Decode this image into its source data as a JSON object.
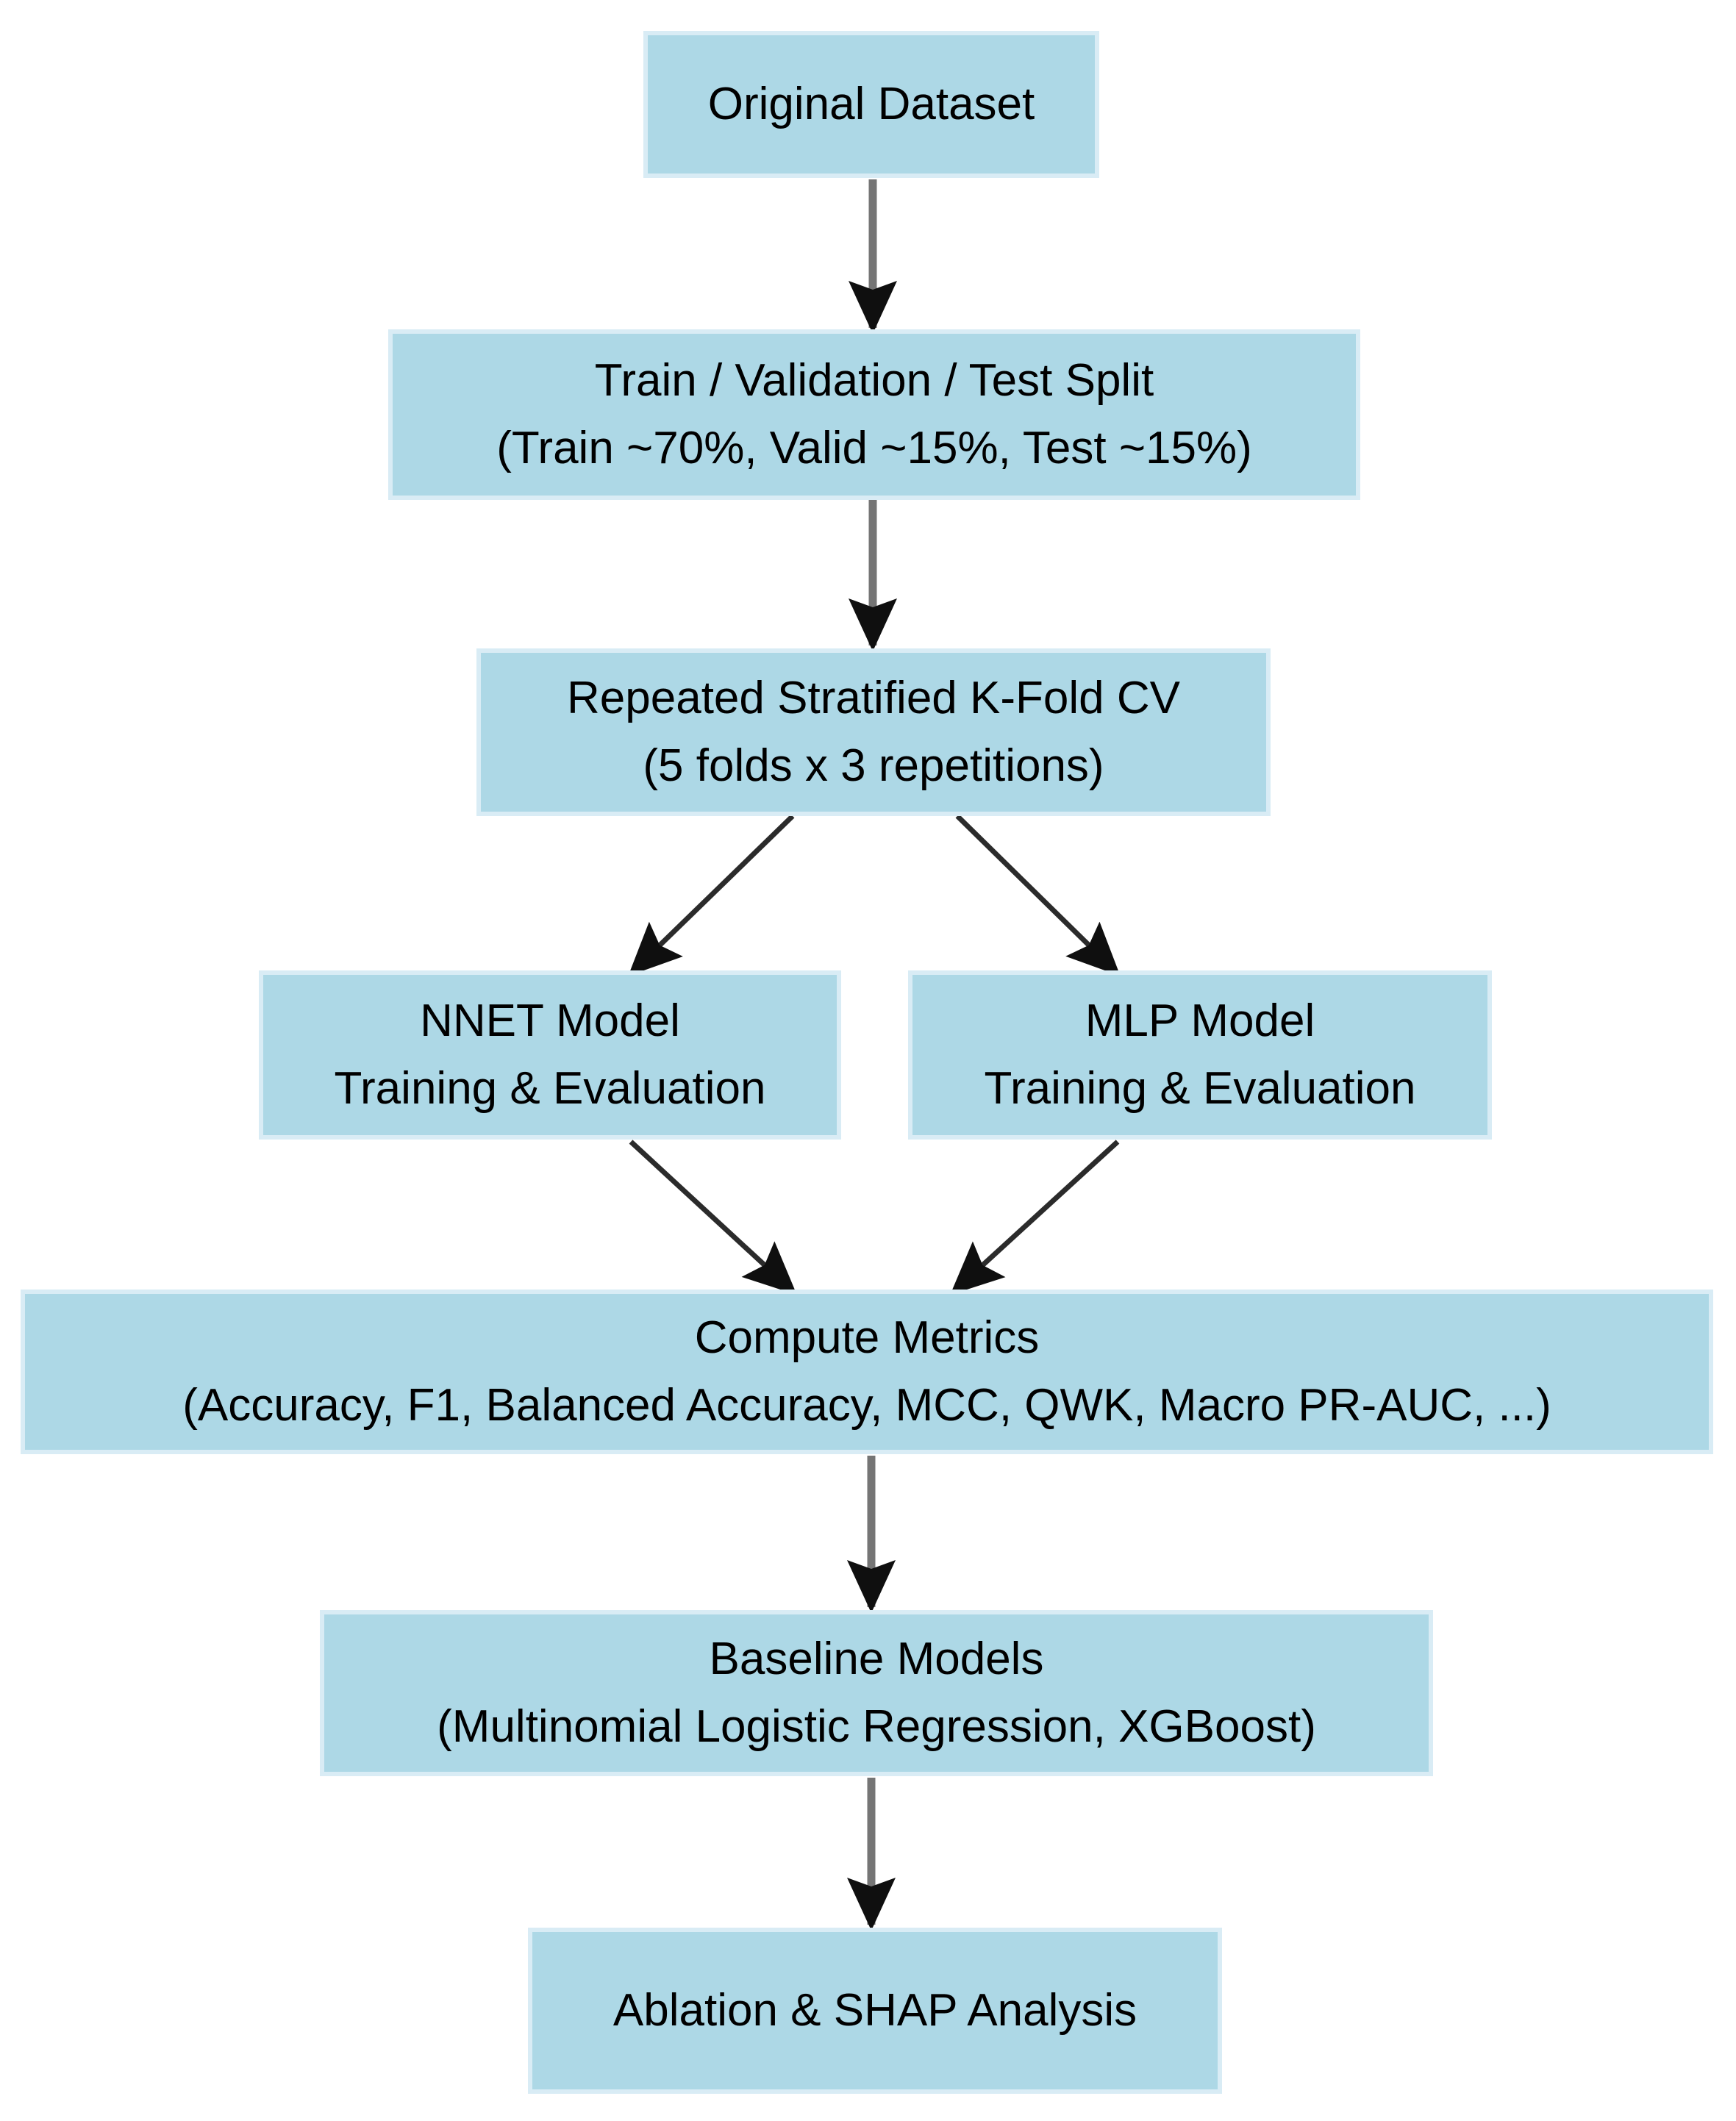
{
  "colors": {
    "background": "#ffffff",
    "node_fill": "#add8e6",
    "node_edge": "#d9ecf5",
    "arrow_line": "#757575",
    "arrow_line_diagonal": "#2b2b2b",
    "arrow_head": "#0f0f0f",
    "text": "#000000"
  },
  "nodes": {
    "original_dataset": {
      "title": "Original Dataset"
    },
    "split": {
      "title": "Train / Validation / Test Split",
      "subtitle": "(Train ~70%, Valid ~15%, Test ~15%)"
    },
    "kfold_cv": {
      "title": "Repeated Stratified K-Fold CV",
      "subtitle": "(5 folds x 3 repetitions)"
    },
    "nnet": {
      "title": "NNET Model",
      "subtitle": "Training & Evaluation"
    },
    "mlp": {
      "title": "MLP Model",
      "subtitle": "Training & Evaluation"
    },
    "metrics": {
      "title": "Compute Metrics",
      "subtitle": "(Accuracy, F1, Balanced Accuracy, MCC, QWK, Macro PR-AUC, ...)"
    },
    "baseline": {
      "title": "Baseline Models",
      "subtitle": "(Multinomial Logistic Regression, XGBoost)"
    },
    "ablation": {
      "title": "Ablation & SHAP Analysis"
    }
  },
  "edges": [
    {
      "from": "original_dataset",
      "to": "split"
    },
    {
      "from": "split",
      "to": "kfold_cv"
    },
    {
      "from": "kfold_cv",
      "to": "nnet"
    },
    {
      "from": "kfold_cv",
      "to": "mlp"
    },
    {
      "from": "nnet",
      "to": "metrics"
    },
    {
      "from": "mlp",
      "to": "metrics"
    },
    {
      "from": "metrics",
      "to": "baseline"
    },
    {
      "from": "baseline",
      "to": "ablation"
    }
  ]
}
